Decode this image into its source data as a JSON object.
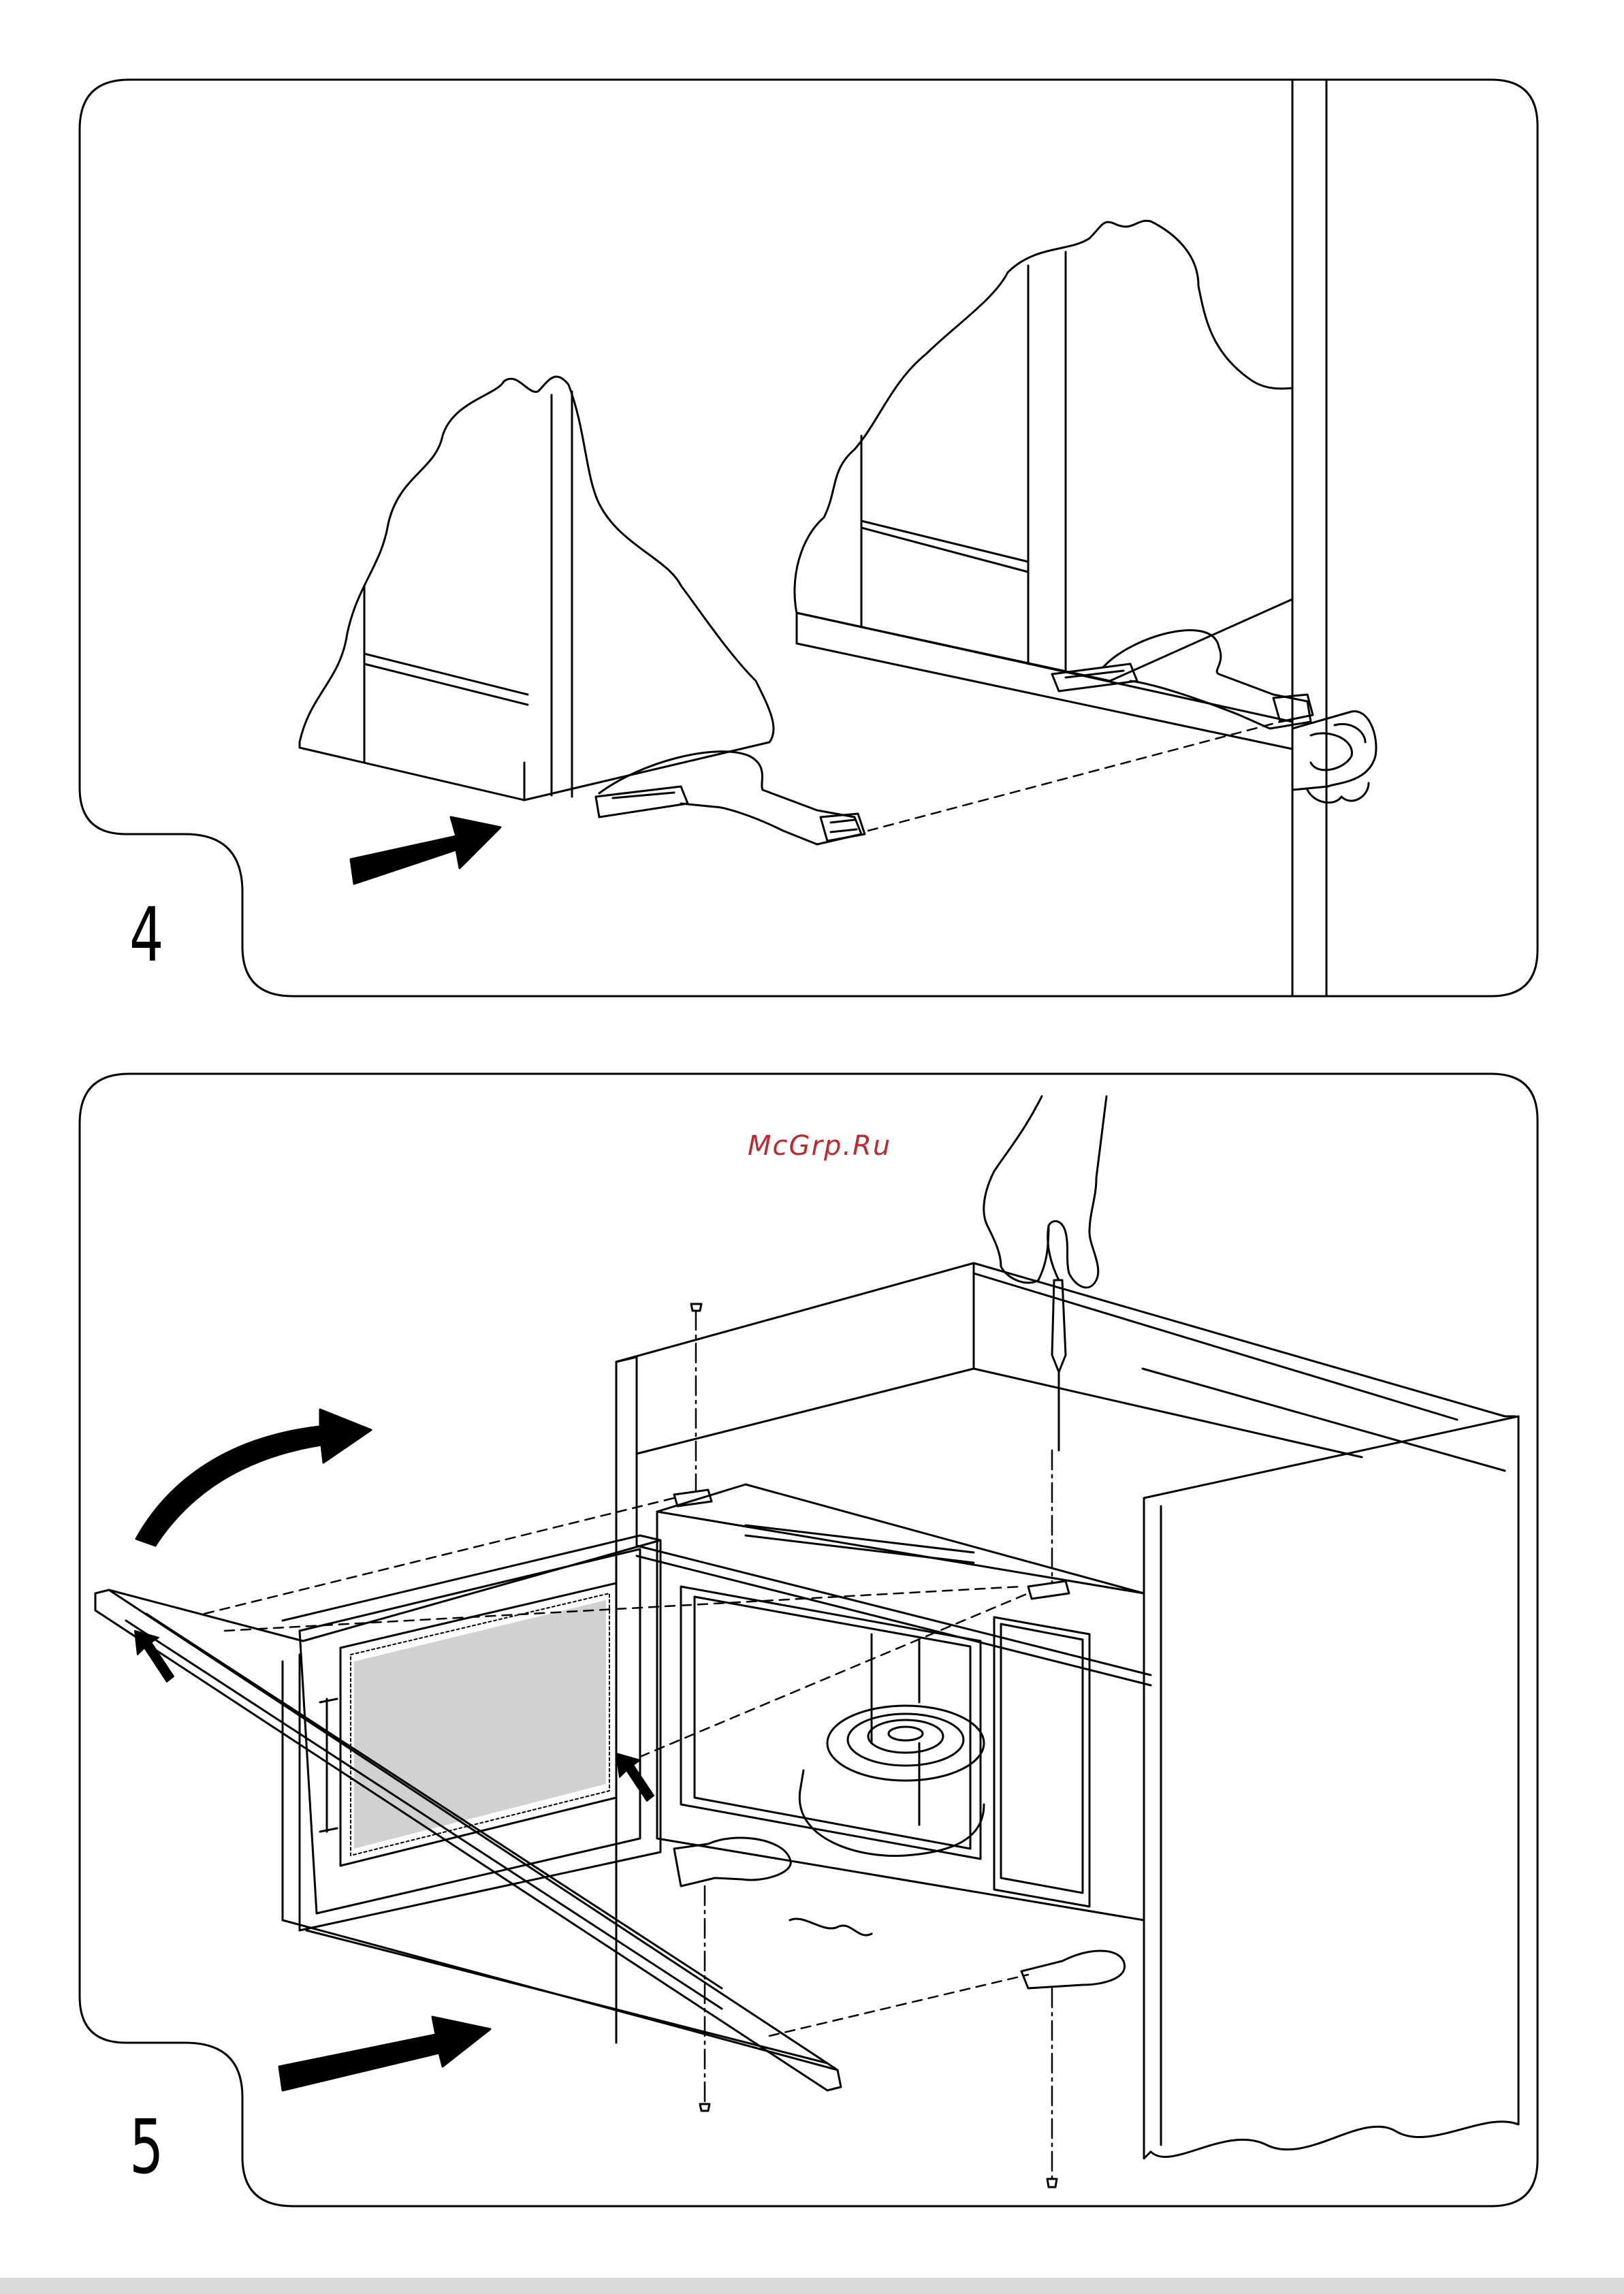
{
  "step_labels": {
    "step4": "4",
    "step5": "5"
  },
  "watermark": {
    "text": "McGrp.Ru",
    "color": "#c0282e"
  },
  "colors": {
    "line": "#000000",
    "background": "#ffffff",
    "footer": "#d9d9d9"
  },
  "icons": {
    "push_arrow_step4": "right-arrow-icon",
    "push_arrow_step5": "right-arrow-icon",
    "rotate_arrow_step5": "curved-arrow-icon"
  }
}
